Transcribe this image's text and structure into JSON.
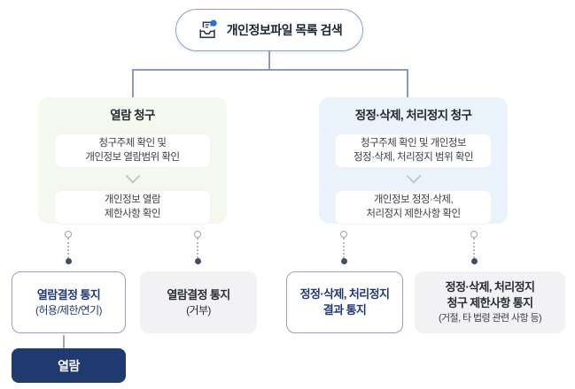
{
  "root": {
    "title": "개인정보파일 목록 검색"
  },
  "left_panel": {
    "title": "열람 청구",
    "steps": [
      {
        "line1": "청구주체 확인 및",
        "line2": "개인정보 열람범위 확인"
      },
      {
        "line1": "개인정보 열람",
        "line2": "제한사항 확인"
      }
    ]
  },
  "right_panel": {
    "title": "정정·삭제, 처리정지 청구",
    "steps": [
      {
        "line1": "청구주체 확인 및 개인정보",
        "line2": "정정·삭제, 처리정지 범위 확인"
      },
      {
        "line1": "개인정보 정정·삭제,",
        "line2": "처리정지 제한사항 확인"
      }
    ]
  },
  "outcomes": [
    {
      "style": "outlined",
      "line1": "열람결정 통지",
      "line2": "(허용/제한/연기)"
    },
    {
      "style": "gray",
      "line1": "열람결정 통지",
      "line2": "(거부)"
    },
    {
      "style": "outlined",
      "line1": "정정·삭제, 처리정지",
      "line2": "결과 통지"
    },
    {
      "style": "gray",
      "line1": "정정·삭제, 처리정지",
      "line2": "청구 제한사항 통지",
      "line3": "(거절, 타 법령 관련 사항 등)"
    }
  ],
  "action_button": {
    "label": "열람"
  },
  "icons": {
    "pill_icon": "document-search-icon"
  },
  "colors": {
    "navy": "#1e3a6e",
    "outline_blue": "#93a0c6",
    "pill_border": "#8e9fd6",
    "connector": "#8b9cc2",
    "panel_green": "#f5f8ee",
    "panel_blue": "#eaf2fb",
    "gray_box": "#f2f2f4",
    "icon_blue": "#2f6fd8"
  }
}
